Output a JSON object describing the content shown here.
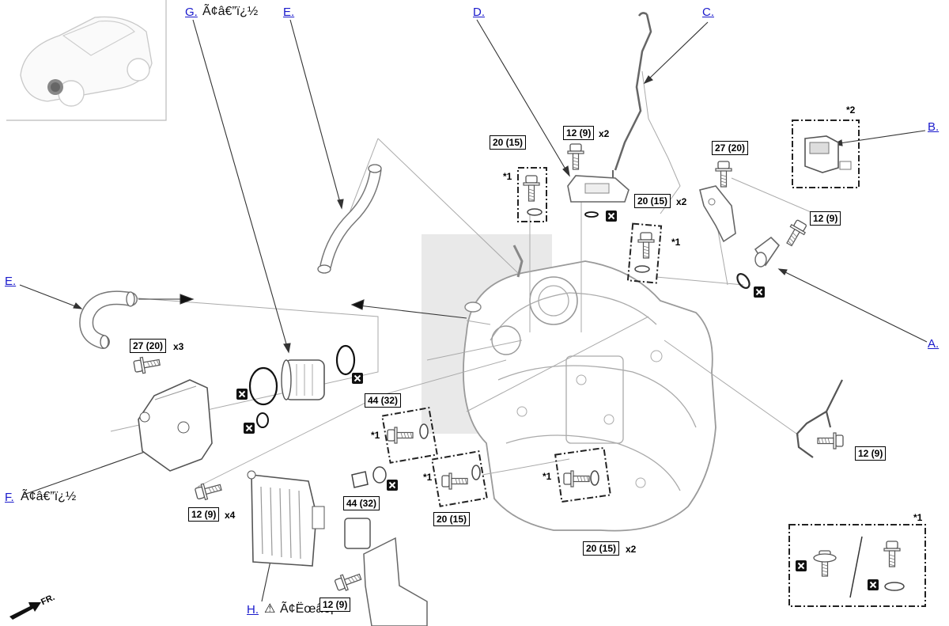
{
  "callouts": {
    "g": {
      "label": "G.",
      "suffix": "Ã¢â€”ï¿½"
    },
    "e_top": {
      "label": "E."
    },
    "d": {
      "label": "D."
    },
    "c": {
      "label": "C."
    },
    "b": {
      "label": "B."
    },
    "a": {
      "label": "A."
    },
    "e_left": {
      "label": "E."
    },
    "f": {
      "label": "F.",
      "suffix": "Ã¢â€”ï¿½"
    },
    "h": {
      "label": "H.",
      "suffix": "Ã¢Ëœâ€¡"
    }
  },
  "torques": {
    "t_12_9_top": "12 (9)",
    "t_20_15_top": "20 (15)",
    "t_27_20_right": "27 (20)",
    "t_20_15_mid": "20 (15)",
    "t_12_9_right": "12 (9)",
    "t_27_20_left": "27 (20)",
    "t_44_32_a": "44 (32)",
    "t_44_32_b": "44 (32)",
    "t_20_15_low": "20 (15)",
    "t_20_15_bottom": "20 (15)",
    "t_12_9_bracket": "12 (9)",
    "t_12_9_left": "12 (9)",
    "t_12_9_bottom": "12 (9)"
  },
  "quantities": {
    "x2_top": "x2",
    "x2_mid": "x2",
    "x3": "x3",
    "x4": "x4",
    "x2_bottom": "x2"
  },
  "notes": {
    "star1": "*1",
    "star2": "*2",
    "fr": "FR.",
    "warning_symbol": "⚠"
  }
}
